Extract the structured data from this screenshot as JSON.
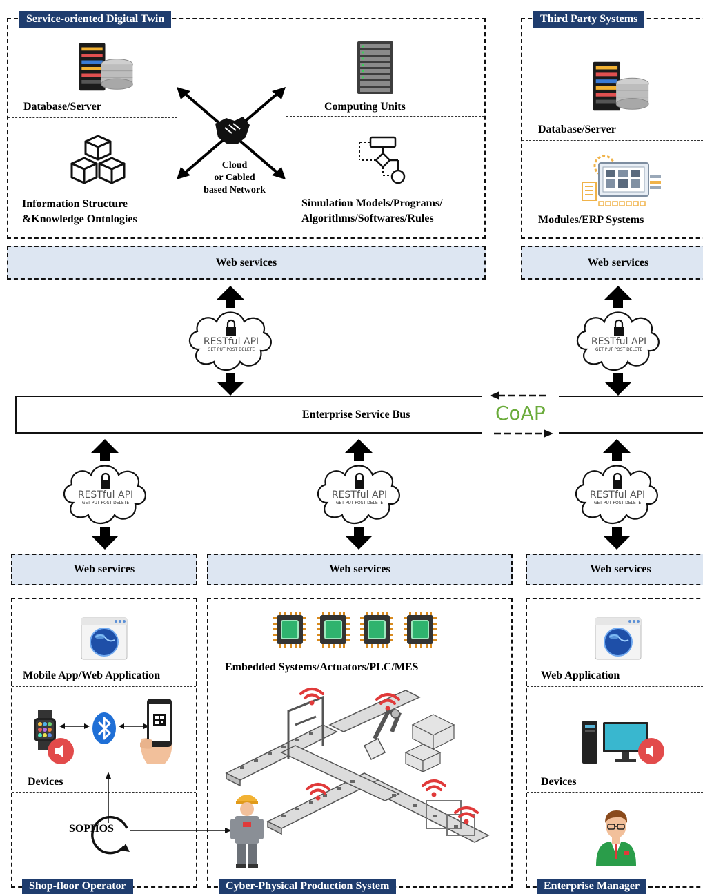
{
  "twin": {
    "title": "Service-oriented Digital Twin",
    "database_label": "Database/Server",
    "computing_label": "Computing Units",
    "info_label_line1": "Information Structure",
    "info_label_line2": "&Knowledge Ontologies",
    "sim_label_line1": "Simulation Models/Programs/",
    "sim_label_line2": "Algorithms/Softwares/Rules",
    "network_line1": "Cloud",
    "network_line2": "or Cabled",
    "network_line3": "based Network",
    "web_services": "Web services"
  },
  "third_party": {
    "title": "Third Party Systems",
    "database_label": "Database/Server",
    "modules_label": "Modules/ERP Systems",
    "web_services": "Web services"
  },
  "api": {
    "label": "RESTful API",
    "methods": "GET PUT POST DELETE"
  },
  "bus": {
    "label": "Enterprise Service Bus",
    "coap": "CoAP"
  },
  "operator": {
    "title": "Shop-floor Operator",
    "web_services": "Web services",
    "app_label": "Mobile App/Web Application",
    "devices_label": "Devices",
    "sophos": "SOPHOS"
  },
  "cpps": {
    "title": "Cyber-Physical Production System",
    "web_services": "Web services",
    "embedded_label": "Embedded Systems/Actuators/PLC/MES"
  },
  "manager": {
    "title": "Enterprise Manager",
    "web_services": "Web services",
    "app_label": "Web Application",
    "devices_label": "Devices"
  },
  "colors": {
    "tab": "#1f3d6e",
    "ws_fill": "#dde6f2",
    "coap": "#6aab3a",
    "wifi": "#e03a3a"
  }
}
